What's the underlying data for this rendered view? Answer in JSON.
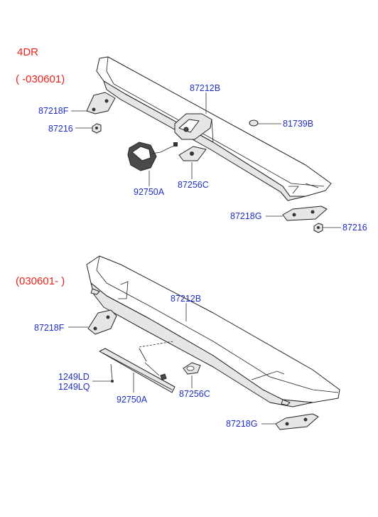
{
  "sections": {
    "top": {
      "variant": "4DR",
      "range": "( -030601)"
    },
    "bottom": {
      "range": "(030601- )"
    }
  },
  "labels": {
    "top": {
      "spoiler": "87212B",
      "bracket_left": "87218F",
      "nut_left": "87216",
      "cap": "81739B",
      "lamp": "92750A",
      "pad": "87256C",
      "bracket_right": "87218G",
      "nut_right": "87216"
    },
    "bottom": {
      "spoiler": "87212B",
      "bracket_left": "87218F",
      "screw_a": "1249LD",
      "screw_b": "1249LQ",
      "lamp": "92750A",
      "pad": "87256C",
      "bracket_right": "87218G"
    }
  },
  "colors": {
    "section_text": "#e8221c",
    "part_number": "#1f2fbf",
    "line": "#222222"
  }
}
